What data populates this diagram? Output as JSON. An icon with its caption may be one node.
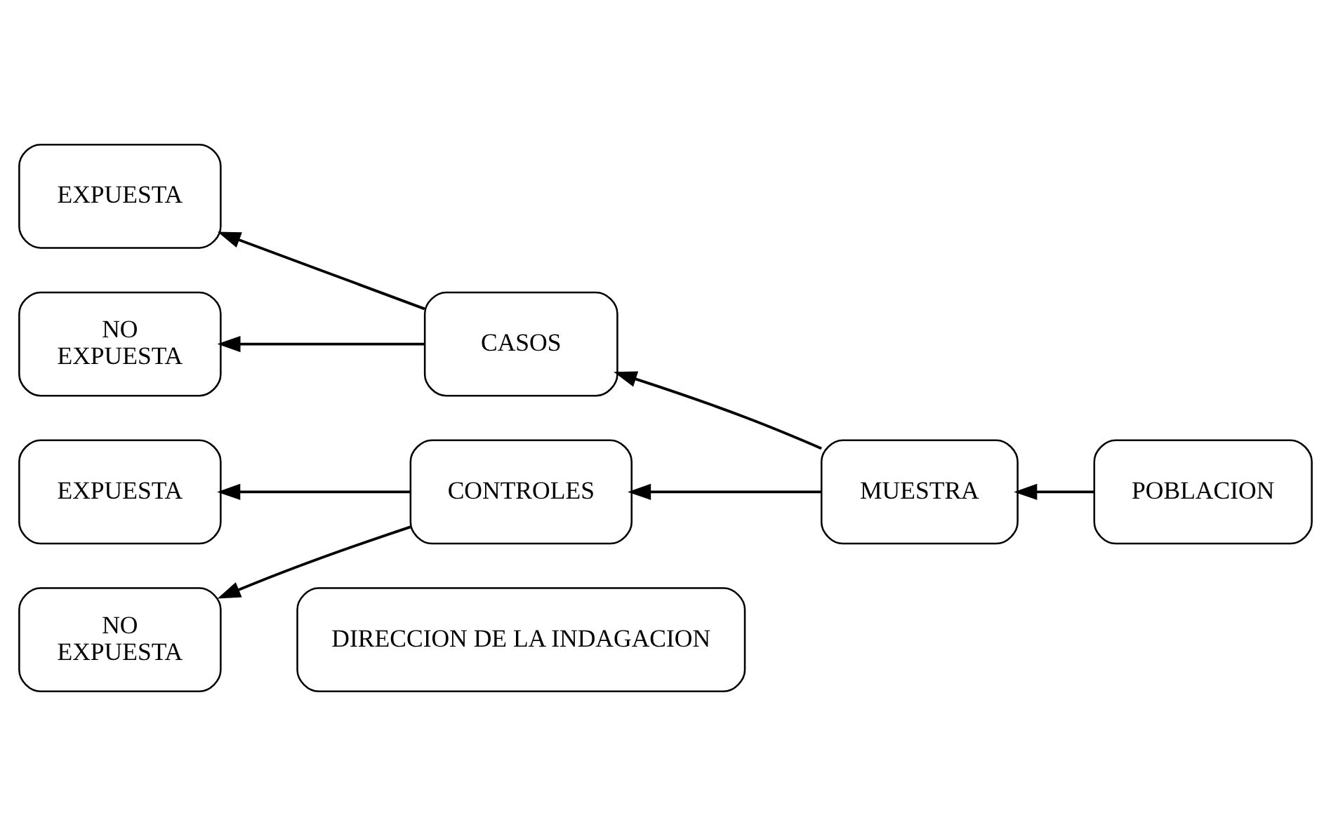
{
  "diagram": {
    "nodes": [
      {
        "text": [
          "EXPUESTA"
        ]
      },
      {
        "text": [
          "CASOS"
        ]
      },
      {
        "text": [
          "NO EXPUESTA"
        ]
      },
      {
        "text": [
          "MUESTRA"
        ]
      },
      {
        "text": [
          "POBLACION"
        ]
      },
      {
        "text": [
          "EXPUESTA"
        ]
      },
      {
        "text": [
          "CONTROLES"
        ]
      },
      {
        "text": [
          "NO EXPUESTA"
        ]
      },
      {
        "text": [
          "DIRECCION DE LA INDAGACION"
        ]
      }
    ],
    "edges": [
      {
        "from": 4,
        "to": 3,
        "arrow": "to"
      },
      {
        "from": 3,
        "to": 1,
        "arrow": "to"
      },
      {
        "from": 3,
        "to": 6,
        "arrow": "to"
      },
      {
        "from": 1,
        "to": 0,
        "arrow": "to"
      },
      {
        "from": 1,
        "to": 2,
        "arrow": "to"
      },
      {
        "from": 6,
        "to": 5,
        "arrow": "to"
      },
      {
        "from": 6,
        "to": 7,
        "arrow": "to"
      }
    ]
  }
}
